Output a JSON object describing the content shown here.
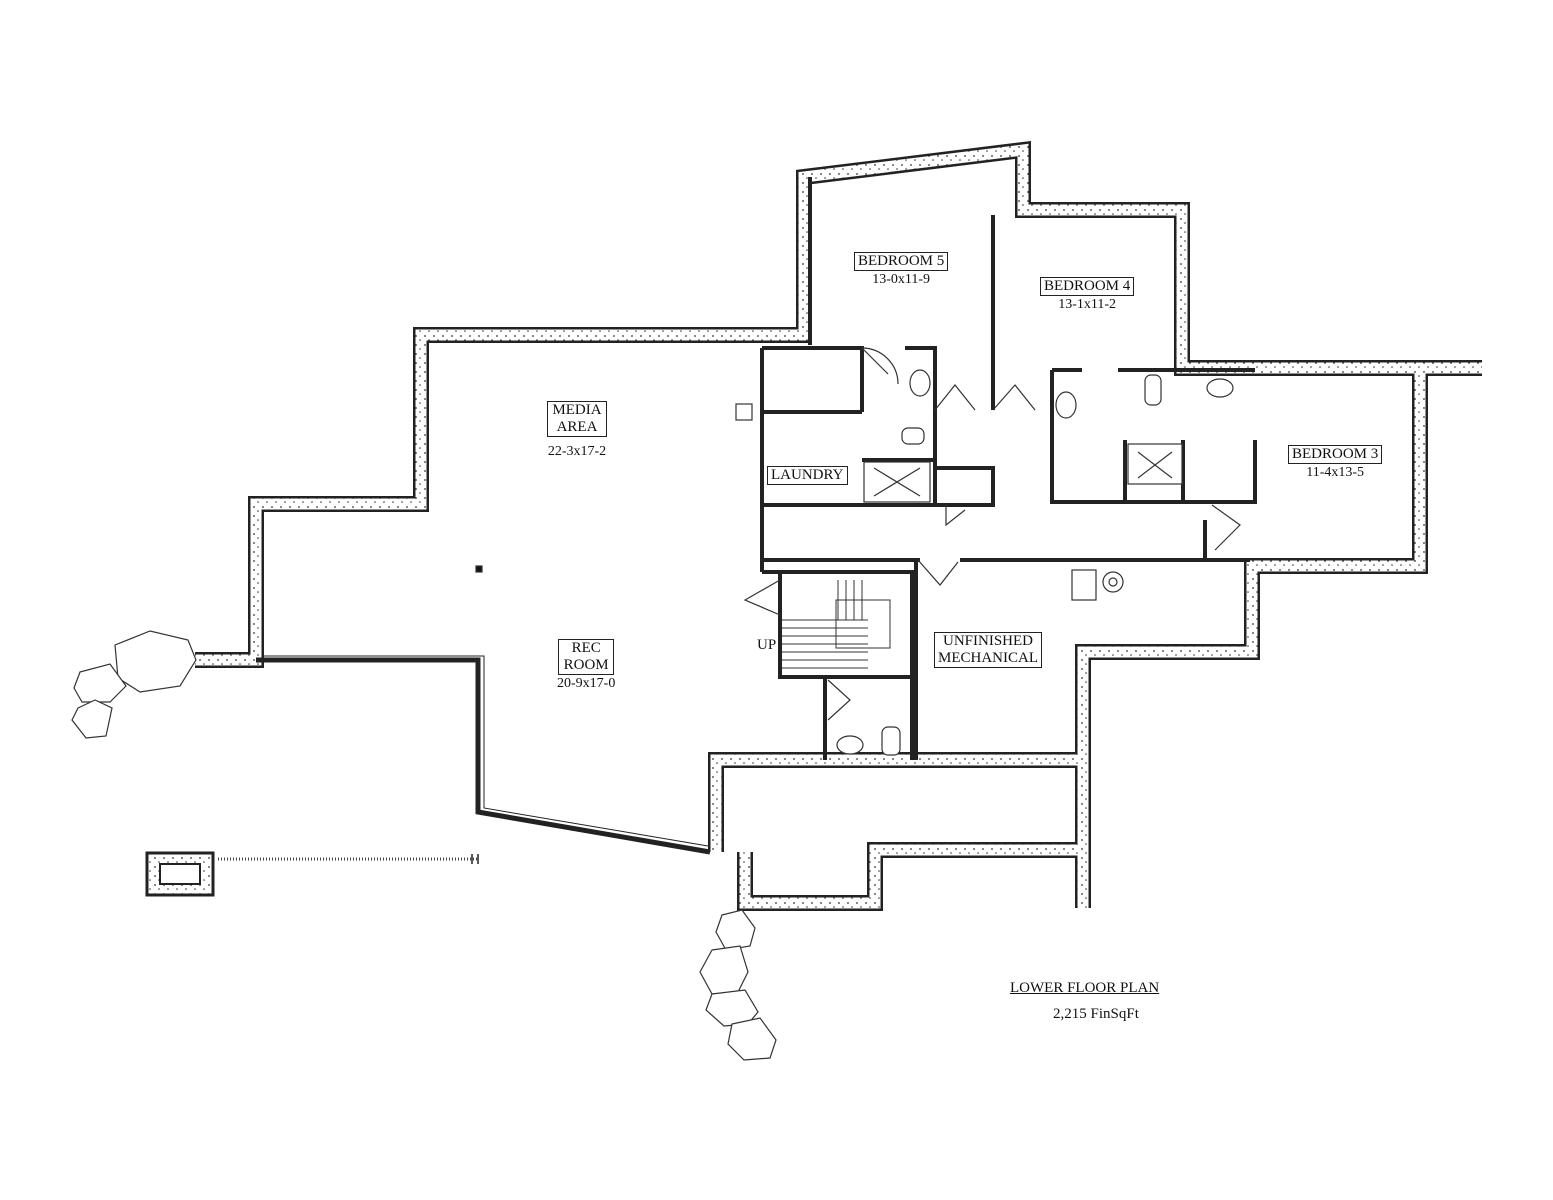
{
  "plan": {
    "title": "LOWER FLOOR PLAN",
    "area": "2,215 FinSqFt"
  },
  "rooms": [
    {
      "name": "BEDROOM 5",
      "size": "13-0x11-9"
    },
    {
      "name": "BEDROOM 4",
      "size": "13-1x11-2"
    },
    {
      "name": "BEDROOM 3",
      "size": "11-4x13-5"
    },
    {
      "name_line1": "MEDIA",
      "name_line2": "AREA",
      "size": "22-3x17-2"
    },
    {
      "name_line1": "REC",
      "name_line2": "ROOM",
      "size": "20-9x17-0"
    },
    {
      "name": "LAUNDRY"
    },
    {
      "name_line1": "UNFINISHED",
      "name_line2": "MECHANICAL"
    }
  ],
  "stair_label": "UP"
}
